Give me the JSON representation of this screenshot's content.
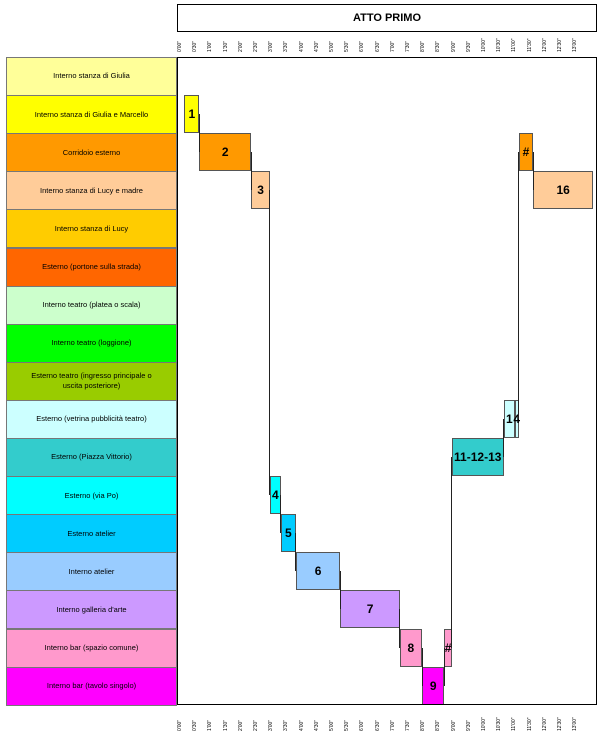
{
  "title": "ATTO PRIMO",
  "ticks": [
    "0'00\"",
    "0'30\"",
    "1'00\"",
    "1'30\"",
    "2'00\"",
    "2'30\"",
    "3'00\"",
    "3'30\"",
    "4'00\"",
    "4'30\"",
    "5'00\"",
    "5'30\"",
    "6'00\"",
    "6'30\"",
    "7'00\"",
    "7'30\"",
    "8'00\"",
    "8'30\"",
    "9'00\"",
    "9'30\"",
    "10'00\"",
    "10'30\"",
    "11'00\"",
    "11'30\"",
    "12'00\"",
    "12'30\"",
    "13'00\""
  ],
  "locations": [
    {
      "label": "Interno stanza di Giulia",
      "color": "#ffff99"
    },
    {
      "label": "Interno stanza di Giulia e Marcello",
      "color": "#ffff00"
    },
    {
      "label": "Corridoio esterno",
      "color": "#ff9900"
    },
    {
      "label": "Interno stanza di Lucy e madre",
      "color": "#ffcc99"
    },
    {
      "label": "Interno stanza di Lucy",
      "color": "#ffcc00"
    },
    {
      "label": "Esterno (portone sulla strada)",
      "color": "#ff6600"
    },
    {
      "label": "Interno teatro (platea o scala)",
      "color": "#ccffcc"
    },
    {
      "label": "Interno teatro (loggione)",
      "color": "#00ff00"
    },
    {
      "label": "Esterno teatro (ingresso principale o uscita posteriore)",
      "color": "#99cc00"
    },
    {
      "label": "Esterno (vetrina pubblicità teatro)",
      "color": "#ccffff"
    },
    {
      "label": "Esterno (Piazza Vittorio)",
      "color": "#33cccc"
    },
    {
      "label": "Esterno (via Po)",
      "color": "#00ffff"
    },
    {
      "label": "Esterno atelier",
      "color": "#00ccff"
    },
    {
      "label": "Interno atelier",
      "color": "#99ccff"
    },
    {
      "label": "Interno galleria d'arte",
      "color": "#cc99ff"
    },
    {
      "label": "Interno bar (spazio comune)",
      "color": "#ff99cc"
    },
    {
      "label": "Interno bar (tavolo singolo)",
      "color": "#ff00ff"
    }
  ],
  "scenes": [
    {
      "label": "1",
      "row": 1,
      "start_min": 0.5,
      "end_min": 1.5
    },
    {
      "label": "2",
      "row": 2,
      "start_min": 1.5,
      "end_min": 5.0
    },
    {
      "label": "3",
      "row": 3,
      "start_min": 5.0,
      "end_min": 6.25
    },
    {
      "label": "4",
      "row": 11,
      "start_min": 6.25,
      "end_min": 7.0
    },
    {
      "label": "5",
      "row": 12,
      "start_min": 7.0,
      "end_min": 8.0
    },
    {
      "label": "6",
      "row": 13,
      "start_min": 8.0,
      "end_min": 11.0
    },
    {
      "label": "7",
      "row": 14,
      "start_min": 11.0,
      "end_min": 15.0
    },
    {
      "label": "8",
      "row": 15,
      "start_min": 15.0,
      "end_min": 16.5
    },
    {
      "label": "9",
      "row": 16,
      "start_min": 16.5,
      "end_min": 18.0
    },
    {
      "label": "#",
      "row": 15,
      "start_min": 18.0,
      "end_min": 18.5
    },
    {
      "label": "11-12-13",
      "row": 10,
      "start_min": 18.5,
      "end_min": 22.0
    },
    {
      "label": "1",
      "row": 9,
      "start_min": 22.0,
      "end_min": 22.75
    },
    {
      "label": "4",
      "row": 9,
      "start_min": 22.75,
      "end_min": 23.0
    },
    {
      "label": "#",
      "row": 2,
      "start_min": 23.0,
      "end_min": 24.0
    },
    {
      "label": "16",
      "row": 3,
      "start_min": 24.0,
      "end_min": 28.0
    }
  ]
}
